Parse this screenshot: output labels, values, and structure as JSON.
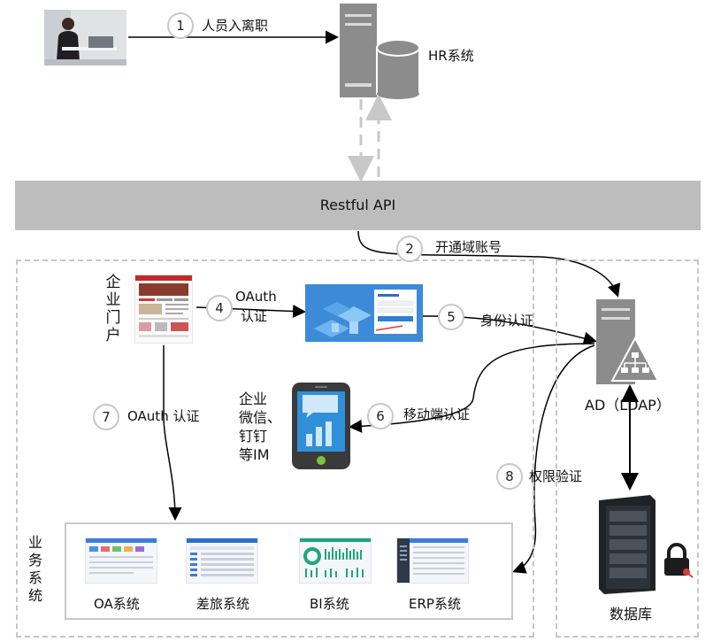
{
  "steps": {
    "s1": {
      "num": "1",
      "label": "人员入离职"
    },
    "s2": {
      "num": "2",
      "label": "开通域账号"
    },
    "s4": {
      "num": "4",
      "label_line1": "OAuth",
      "label_line2": "认证"
    },
    "s5": {
      "num": "5",
      "label": "身份认证"
    },
    "s6": {
      "num": "6",
      "label": "移动端认证"
    },
    "s7": {
      "num": "7",
      "label": "OAuth 认证"
    },
    "s8": {
      "num": "8",
      "label": "权限验证"
    }
  },
  "nodes": {
    "hr": "HR系统",
    "api": "Restful API",
    "portal": [
      "企",
      "业",
      "门",
      "户"
    ],
    "im": [
      "企业",
      "微信、",
      "钉钉",
      "等IM"
    ],
    "ad": "AD（LDAP）",
    "db": "数据库",
    "biz": [
      "业",
      "务",
      "系",
      "统"
    ]
  },
  "systems": [
    {
      "label": "OA系统"
    },
    {
      "label": "差旅系统"
    },
    {
      "label": "BI系统"
    },
    {
      "label": "ERP系统"
    }
  ],
  "colors": {
    "api_bar": "#bdbdbd",
    "dashed": "#c6c6c6",
    "server": "#8a8a8a",
    "lock_key": "#d43a3a",
    "phone_screen": "#2f8fd8"
  },
  "icons": [
    "person-icon",
    "server-database-icon",
    "portal-screenshot",
    "login-screenshot",
    "phone-icon",
    "ad-server-icon",
    "rack-icon",
    "lock-key-icon"
  ]
}
